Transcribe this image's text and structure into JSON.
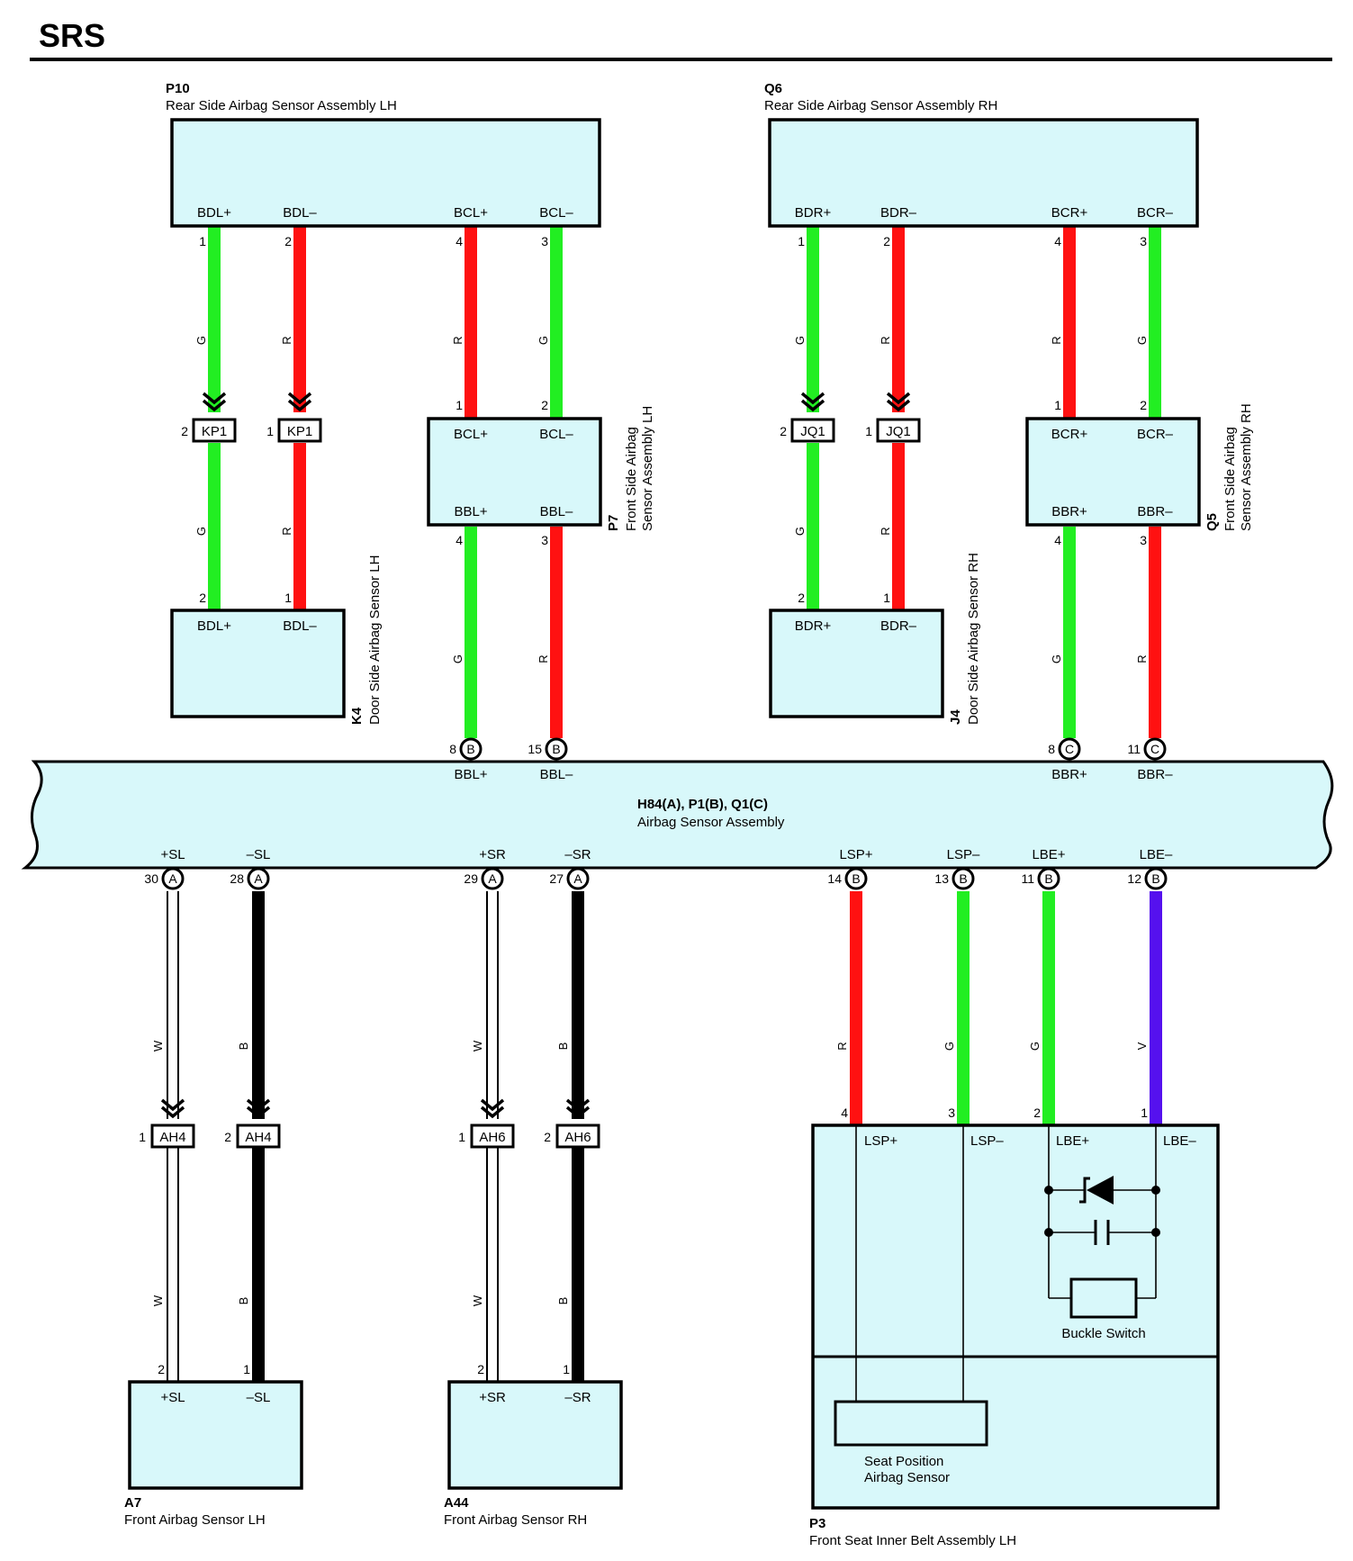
{
  "page_title": "SRS",
  "colors": {
    "G": "#22ee22",
    "R": "#ff1111",
    "B": "#000000",
    "W": "#ffffff",
    "V": "#5511ee",
    "component_fill": "#d8f8fa"
  },
  "components": {
    "p10": {
      "id": "P10",
      "name": "Rear Side Airbag Sensor Assembly LH",
      "terminals": [
        "BDL+",
        "BDL–",
        "BCL+",
        "BCL–"
      ]
    },
    "q6": {
      "id": "Q6",
      "name": "Rear Side Airbag Sensor Assembly RH",
      "terminals": [
        "BDR+",
        "BDR–",
        "BCR+",
        "BCR–"
      ]
    },
    "p7": {
      "id": "P7",
      "name_line1": "Front Side Airbag",
      "name_line2": "Sensor Assembly LH",
      "terminals": [
        "BCL+",
        "BCL–",
        "BBL+",
        "BBL–"
      ]
    },
    "q5": {
      "id": "Q5",
      "name_line1": "Front Side Airbag",
      "name_line2": "Sensor Assembly RH",
      "terminals": [
        "BCR+",
        "BCR–",
        "BBR+",
        "BBR–"
      ]
    },
    "k4": {
      "id": "K4",
      "name": "Door Side Airbag Sensor LH",
      "terminals": [
        "BDL+",
        "BDL–"
      ]
    },
    "j4": {
      "id": "J4",
      "name": "Door Side Airbag Sensor RH",
      "terminals": [
        "BDR+",
        "BDR–"
      ]
    },
    "main": {
      "id": "H84(A), P1(B), Q1(C)",
      "name": "Airbag Sensor Assembly",
      "top_terminals": [
        "BBL+",
        "BBL–",
        "BBR+",
        "BBR–"
      ],
      "bottom_terminals": [
        "+SL",
        "–SL",
        "+SR",
        "–SR",
        "LSP+",
        "LSP–",
        "LBE+",
        "LBE–"
      ]
    },
    "a7": {
      "id": "A7",
      "name": "Front Airbag Sensor LH",
      "terminals": [
        "+SL",
        "–SL"
      ]
    },
    "a44": {
      "id": "A44",
      "name": "Front Airbag Sensor RH",
      "terminals": [
        "+SR",
        "–SR"
      ]
    },
    "p3": {
      "id": "P3",
      "name": "Front Seat Inner Belt Assembly LH",
      "terminals": [
        "LSP+",
        "LSP–",
        "LBE+",
        "LBE–"
      ],
      "buckle_switch": "Buckle Switch",
      "seat_sensor_line1": "Seat Position",
      "seat_sensor_line2": "Airbag Sensor"
    }
  },
  "connectors": {
    "kp1": "KP1",
    "jq1": "JQ1",
    "ah4": "AH4",
    "ah6": "AH6",
    "main_a": "A",
    "main_b": "B",
    "main_c": "C"
  },
  "pins": {
    "p10": [
      "1",
      "2",
      "4",
      "3"
    ],
    "q6": [
      "1",
      "2",
      "4",
      "3"
    ],
    "kp1_left": "2",
    "kp1_right": "1",
    "jq1_left": "2",
    "jq1_right": "1",
    "p7_top": [
      "1",
      "2"
    ],
    "p7_bottom": [
      "4",
      "3"
    ],
    "q5_top": [
      "1",
      "2"
    ],
    "q5_bottom": [
      "4",
      "3"
    ],
    "k4": [
      "2",
      "1"
    ],
    "j4": [
      "2",
      "1"
    ],
    "main_top": [
      "8",
      "15",
      "8",
      "11"
    ],
    "main_bottom": [
      "30",
      "28",
      "29",
      "27",
      "14",
      "13",
      "11",
      "12"
    ],
    "ah4_left": "1",
    "ah4_right": "2",
    "ah6_left": "1",
    "ah6_right": "2",
    "a7": [
      "2",
      "1"
    ],
    "a44": [
      "2",
      "1"
    ],
    "p3": [
      "4",
      "3",
      "2",
      "1"
    ]
  },
  "wire_codes": {
    "G": "G",
    "R": "R",
    "W": "W",
    "B": "B",
    "V": "V"
  }
}
